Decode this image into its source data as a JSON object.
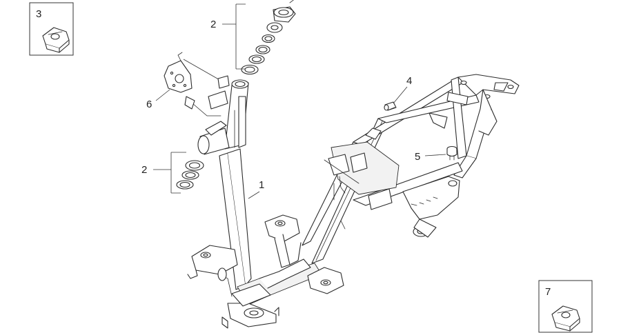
{
  "callouts": {
    "frame": "1",
    "bearing_set_upper": "2",
    "bearing_set_lower": "2",
    "clip_nut_top_left": "3",
    "bushing": "4",
    "rubber_buffer": "5",
    "bracket_plate": "6",
    "clip_nut_bottom_right": "7"
  }
}
